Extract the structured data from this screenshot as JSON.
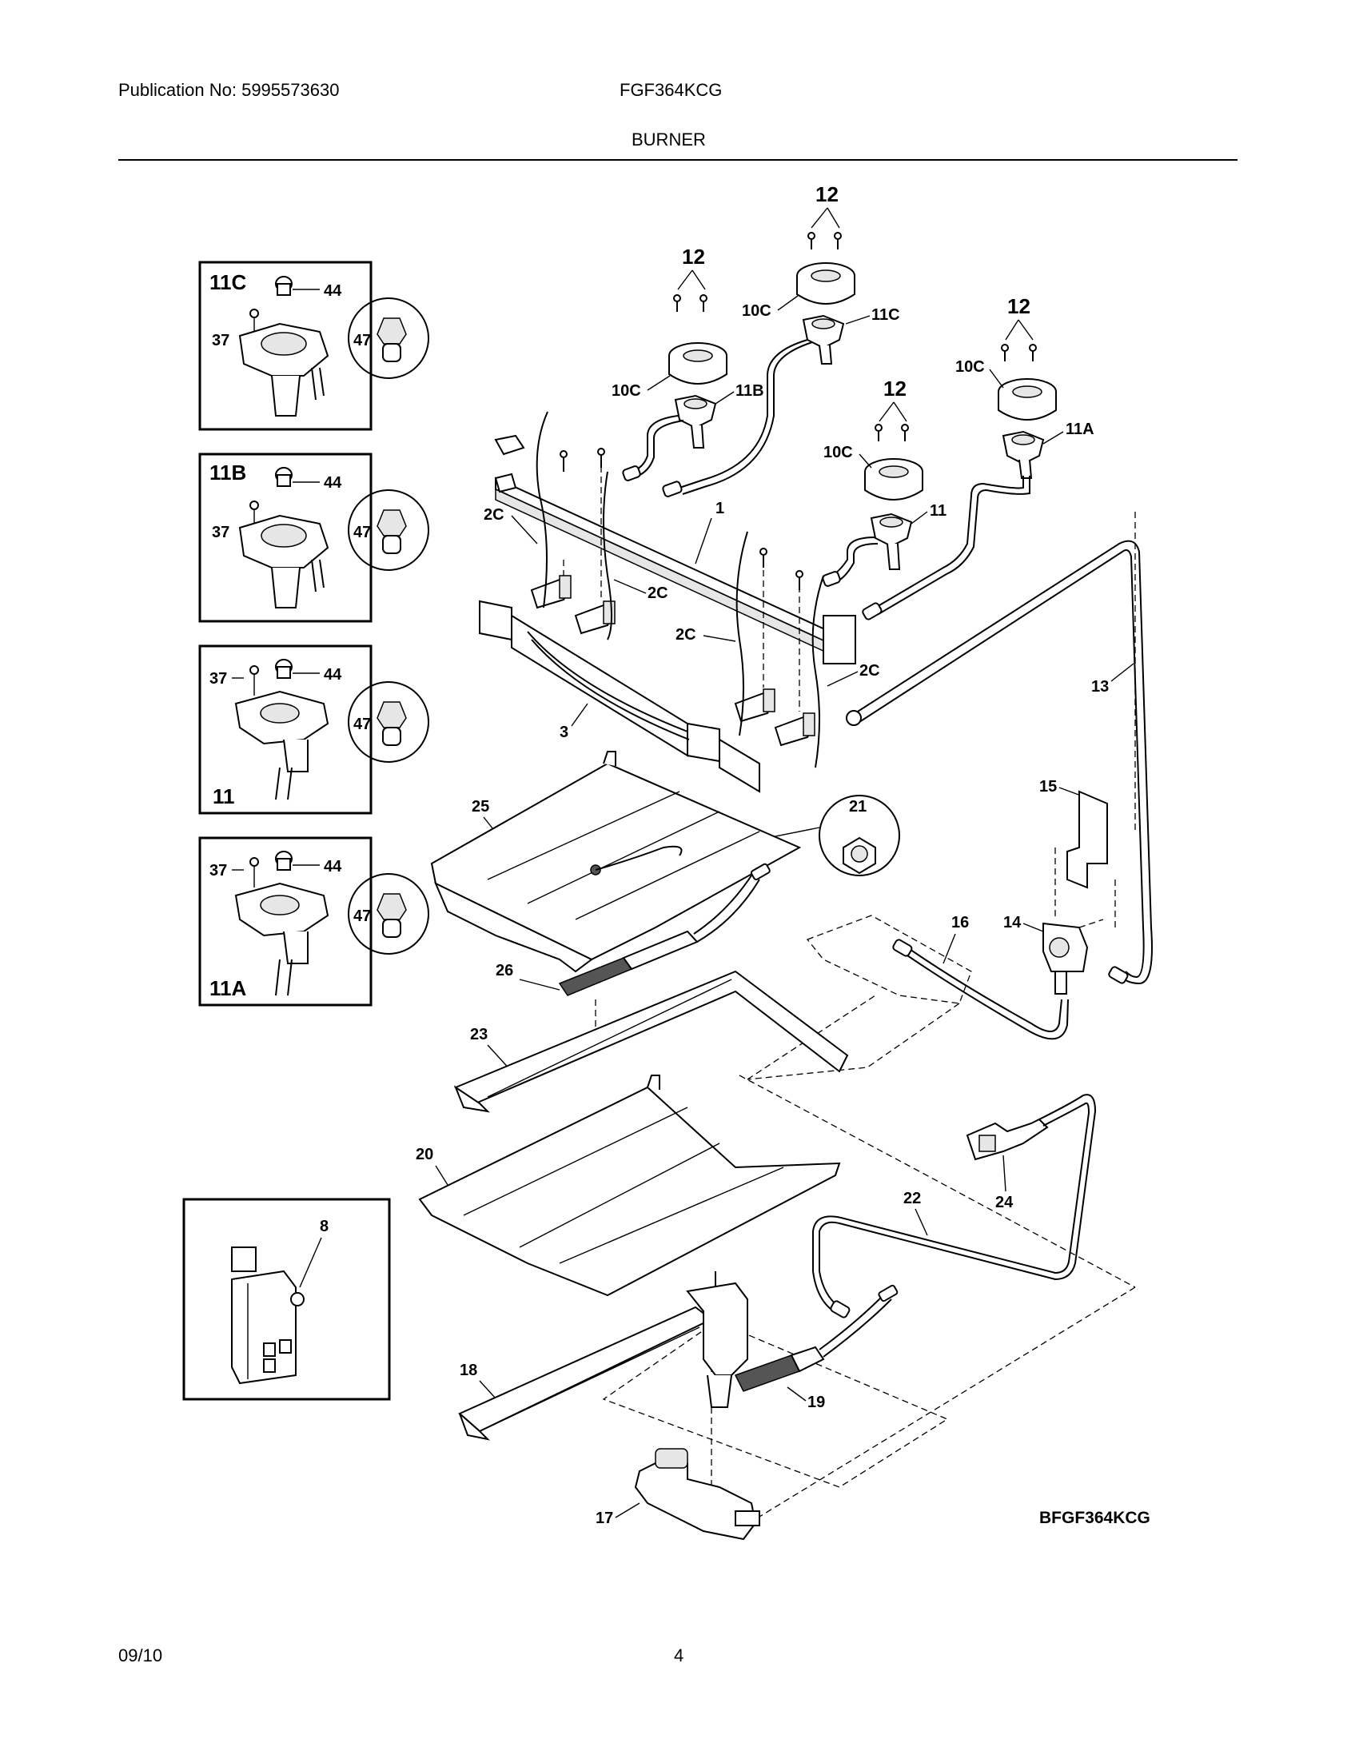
{
  "header": {
    "publication": "Publication No: 5995573630",
    "model": "FGF364KCG",
    "section_title": "BURNER"
  },
  "footer": {
    "date": "09/10",
    "page_number": "4"
  },
  "diagram_code": "BFGF364KCG",
  "insets": [
    {
      "title": "11C",
      "labels": [
        "44",
        "37",
        "47"
      ]
    },
    {
      "title": "11B",
      "labels": [
        "44",
        "37",
        "47"
      ]
    },
    {
      "title": "11",
      "labels": [
        "37",
        "44",
        "47"
      ]
    },
    {
      "title": "11A",
      "labels": [
        "37",
        "44",
        "47"
      ]
    },
    {
      "title": "",
      "labels": [
        "8"
      ]
    }
  ],
  "callouts": {
    "c12a": "12",
    "c12b": "12",
    "c12c": "12",
    "c12d": "12",
    "c10c_a": "10C",
    "c10c_b": "10C",
    "c10c_c": "10C",
    "c10c_d": "10C",
    "c11c": "11C",
    "c11b": "11B",
    "c11a": "11A",
    "c11": "11",
    "c2c_a": "2C",
    "c2c_b": "2C",
    "c2c_c": "2C",
    "c2c_d": "2C",
    "c1": "1",
    "c3": "3",
    "c13": "13",
    "c15": "15",
    "c14": "14",
    "c16": "16",
    "c21": "21",
    "c25": "25",
    "c26": "26",
    "c23": "23",
    "c20": "20",
    "c24": "24",
    "c22": "22",
    "c18": "18",
    "c19": "19",
    "c17": "17"
  }
}
